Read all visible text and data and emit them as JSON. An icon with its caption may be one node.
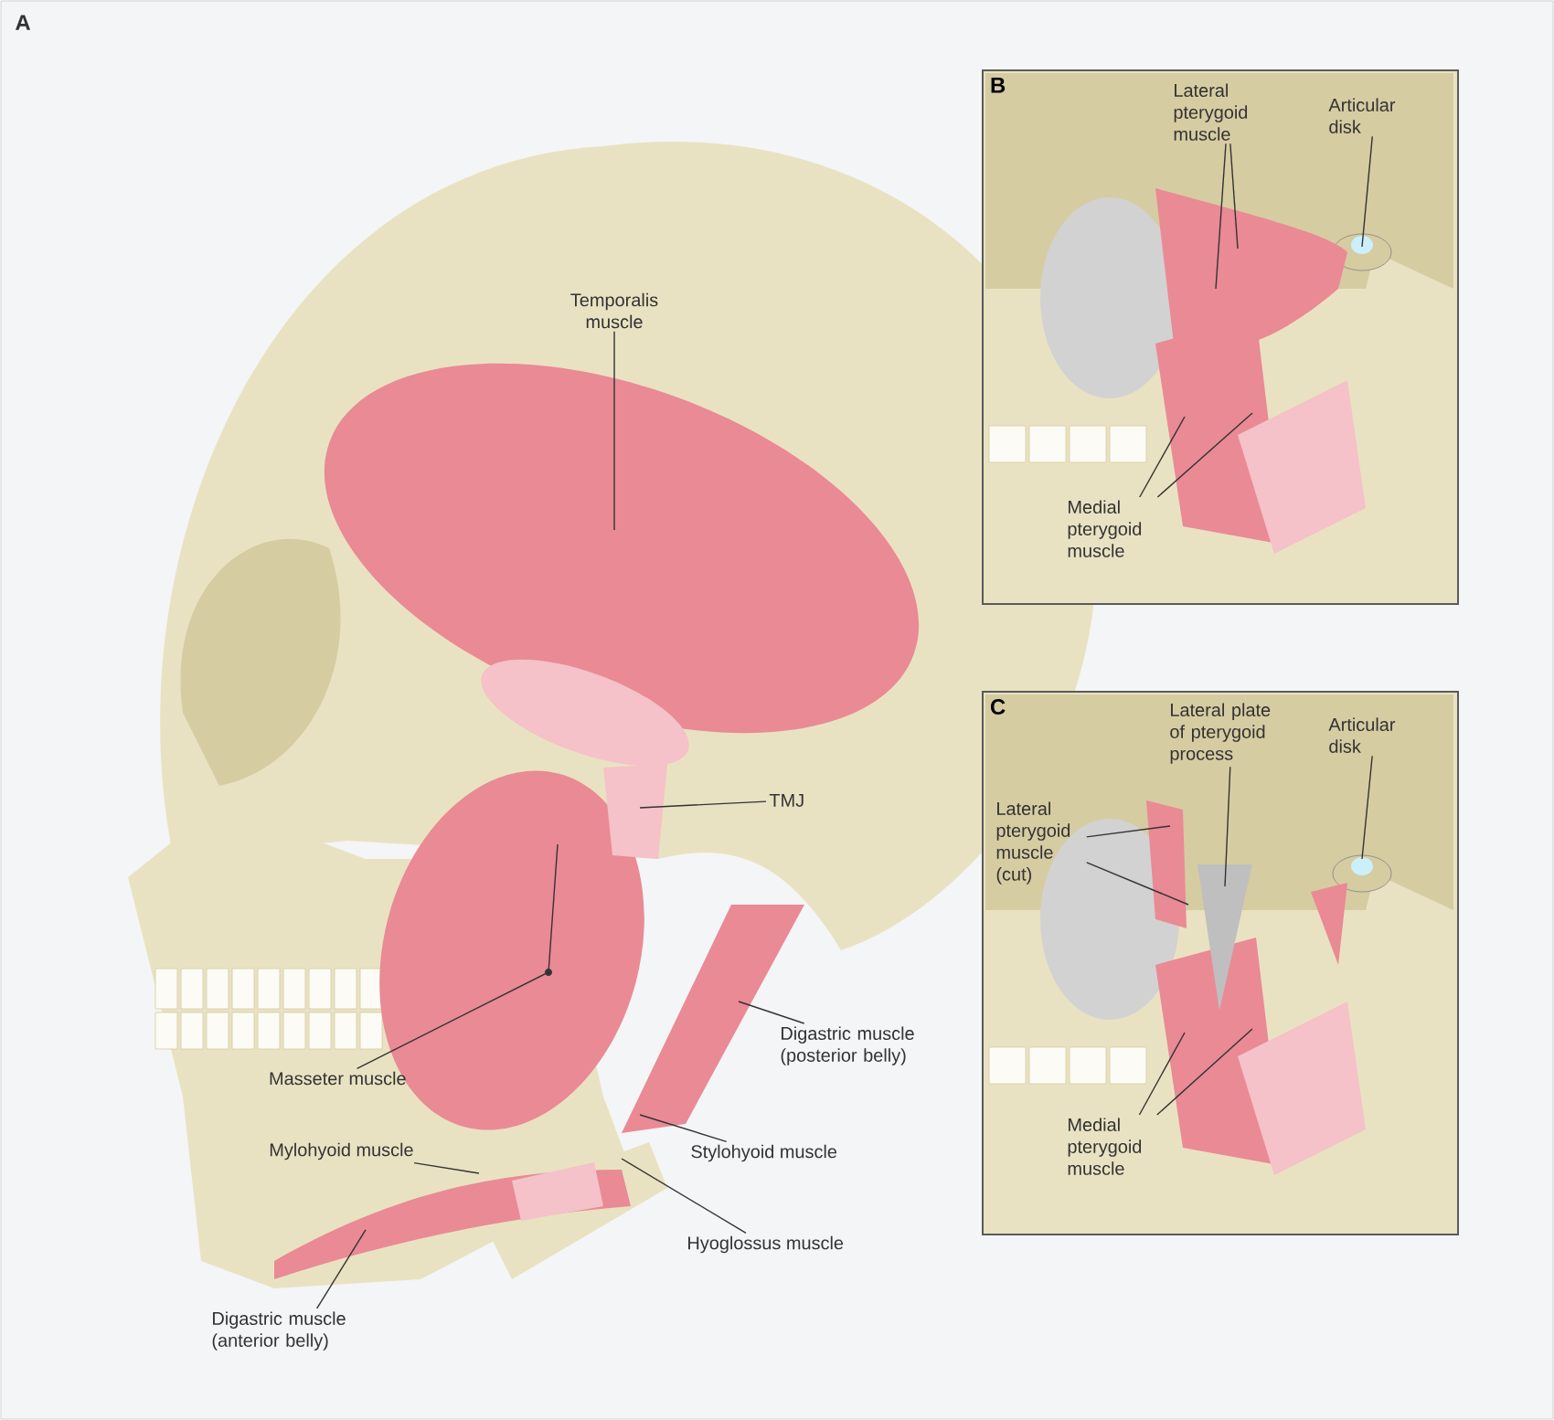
{
  "diagram": {
    "nodes": [
      {
        "text": [
          "Temporalis muscle"
        ]
      },
      {
        "text": [
          "TMJ"
        ]
      },
      {
        "text": [
          "Masseter muscle"
        ]
      },
      {
        "text": [
          "Digastric muscle (posterior belly)"
        ]
      },
      {
        "text": [
          "Stylohyoid muscle"
        ]
      },
      {
        "text": [
          "Mylohyoid muscle"
        ]
      },
      {
        "text": [
          "Hyoglossus muscle"
        ]
      },
      {
        "text": [
          "Digastric muscle (anterior belly)"
        ]
      },
      {
        "text": [
          "B"
        ]
      },
      {
        "text": [
          "Lateral pterygoid muscle"
        ],
        "in": 8
      },
      {
        "text": [
          "Articular disk"
        ],
        "in": 8
      },
      {
        "text": [
          "Medial pterygoid muscle"
        ],
        "in": 8
      },
      {
        "text": [
          "C"
        ]
      },
      {
        "text": [
          "Lateral plate of pterygoid process"
        ],
        "in": 12
      },
      {
        "text": [
          "Articular disk"
        ],
        "in": 12
      },
      {
        "text": [
          "Lateral pterygoid muscle (cut)"
        ],
        "in": 12
      },
      {
        "text": [
          "Medial pterygoid muscle"
        ],
        "in": 12
      }
    ],
    "edges": [
      {
        "from": 0,
        "to": null,
        "arrow": "none"
      },
      {
        "from": 1,
        "to": null,
        "arrow": "none"
      },
      {
        "from": 2,
        "to": null,
        "arrow": "none"
      },
      {
        "from": 3,
        "to": null,
        "arrow": "none"
      },
      {
        "from": 4,
        "to": null,
        "arrow": "none"
      },
      {
        "from": 5,
        "to": null,
        "arrow": "none"
      },
      {
        "from": 6,
        "to": null,
        "arrow": "none"
      },
      {
        "from": 7,
        "to": null,
        "arrow": "none"
      },
      {
        "from": 9,
        "to": null,
        "arrow": "none"
      },
      {
        "from": 9,
        "to": null,
        "arrow": "none"
      },
      {
        "from": 10,
        "to": null,
        "arrow": "none"
      },
      {
        "from": 11,
        "to": null,
        "arrow": "none"
      },
      {
        "from": 11,
        "to": null,
        "arrow": "none"
      },
      {
        "from": 13,
        "to": null,
        "arrow": "none"
      },
      {
        "from": 14,
        "to": null,
        "arrow": "none"
      },
      {
        "from": 15,
        "to": null,
        "arrow": "none"
      },
      {
        "from": 15,
        "to": null,
        "arrow": "none"
      },
      {
        "from": 16,
        "to": null,
        "arrow": "none"
      },
      {
        "from": 16,
        "to": null,
        "arrow": "none"
      }
    ],
    "labels": [
      "A"
    ]
  }
}
